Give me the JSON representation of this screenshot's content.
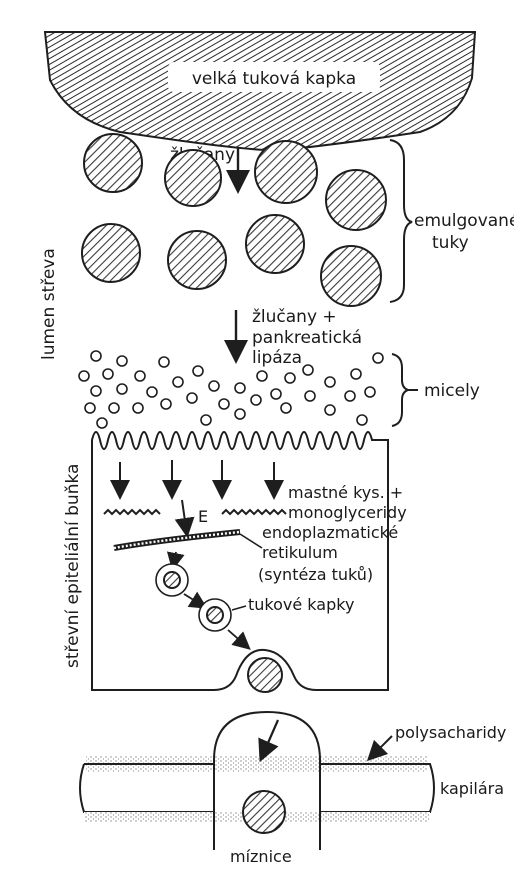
{
  "labels": {
    "big_fat_drop": "velká tuková kapka",
    "bile_salts": "žlučany",
    "emulsified_fats_1": "emulgované",
    "emulsified_fats_2": "tuky",
    "lumen": "lumen střeva",
    "bile_lipase_1": "žlučany +",
    "bile_lipase_2": "pankreatická",
    "bile_lipase_3": "lipáza",
    "micelles": "micely",
    "epithelial_cell": "střevní epiteliální buňka",
    "fatty_acids_1": "mastné kys. +",
    "fatty_acids_2": "monoglyceridy",
    "e_marker": "E",
    "er_1": "endoplazmatické",
    "er_2": "retikulum",
    "er_3": "(syntéza tuků)",
    "fat_droplets": "tukové kapky",
    "polysaccharides": "polysacharidy",
    "capillary": "kapilára",
    "lymphatic": "míznice"
  },
  "colors": {
    "ink": "#1e1e1e",
    "hatch": "#3a3a3a",
    "paper": "#ffffff",
    "stipple": "#8a8a8a"
  }
}
